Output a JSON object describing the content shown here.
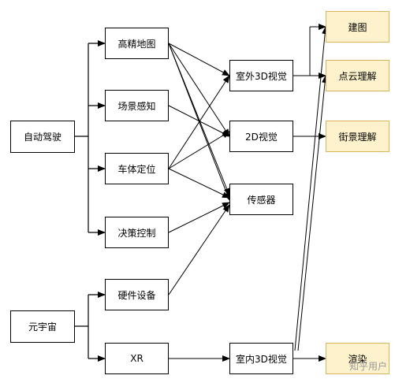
{
  "nodes": {
    "zidong": "自动驾驶",
    "yuanyuzhou": "元宇宙",
    "gaojing": "高精地图",
    "changjing": "场景感知",
    "cheti": "车体定位",
    "juece": "决策控制",
    "yingjian": "硬件设备",
    "xr": "XR",
    "shiwai3d": "室外3D视觉",
    "shijue2d": "2D视觉",
    "chuanganqi": "传感器",
    "shinei3d": "室内3D视觉",
    "jiantu": "建图",
    "dianyun": "点云理解",
    "jiejing": "街景理解",
    "xuanran": "渲染"
  },
  "watermark": "知乎用户"
}
